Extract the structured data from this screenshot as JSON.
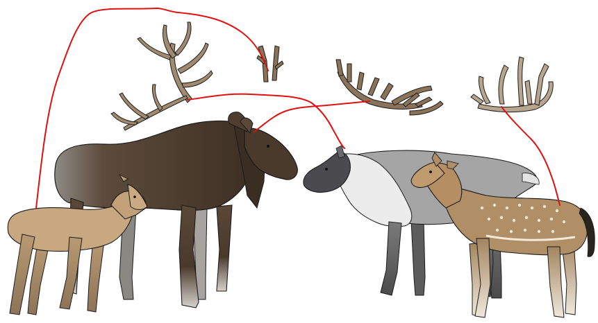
{
  "figure": {
    "colors": {
      "background": "#ffffff",
      "connector": "#e01010",
      "moose": "#4a3a2c",
      "moose_shadow": "#2c221a",
      "reindeer_head": "#4b4b4f",
      "reindeer_mane": "#e6e6e6",
      "reindeer_body": "#9d9d9d",
      "fallow": "#b08f66",
      "fallow_spots": "#f3ead8",
      "roe": "#c7a880",
      "antler": "#8a7359",
      "antler_light": "#b7a58e",
      "hoof": "#2a2a2a",
      "outline": "#1a1a1a"
    },
    "elements": [
      {
        "key": "roe",
        "icon": "roe-deer-icon"
      },
      {
        "key": "moose",
        "icon": "moose-icon"
      },
      {
        "key": "reindeer",
        "icon": "reindeer-icon"
      },
      {
        "key": "fallow",
        "icon": "fallow-deer-icon"
      },
      {
        "key": "antlerRed",
        "icon": "red-deer-antler-icon"
      },
      {
        "key": "antlerRoe",
        "icon": "roe-deer-antler-icon"
      },
      {
        "key": "antlerMoose",
        "icon": "moose-antler-icon"
      },
      {
        "key": "antlerFallow",
        "icon": "fallow-antler-icon"
      }
    ]
  }
}
